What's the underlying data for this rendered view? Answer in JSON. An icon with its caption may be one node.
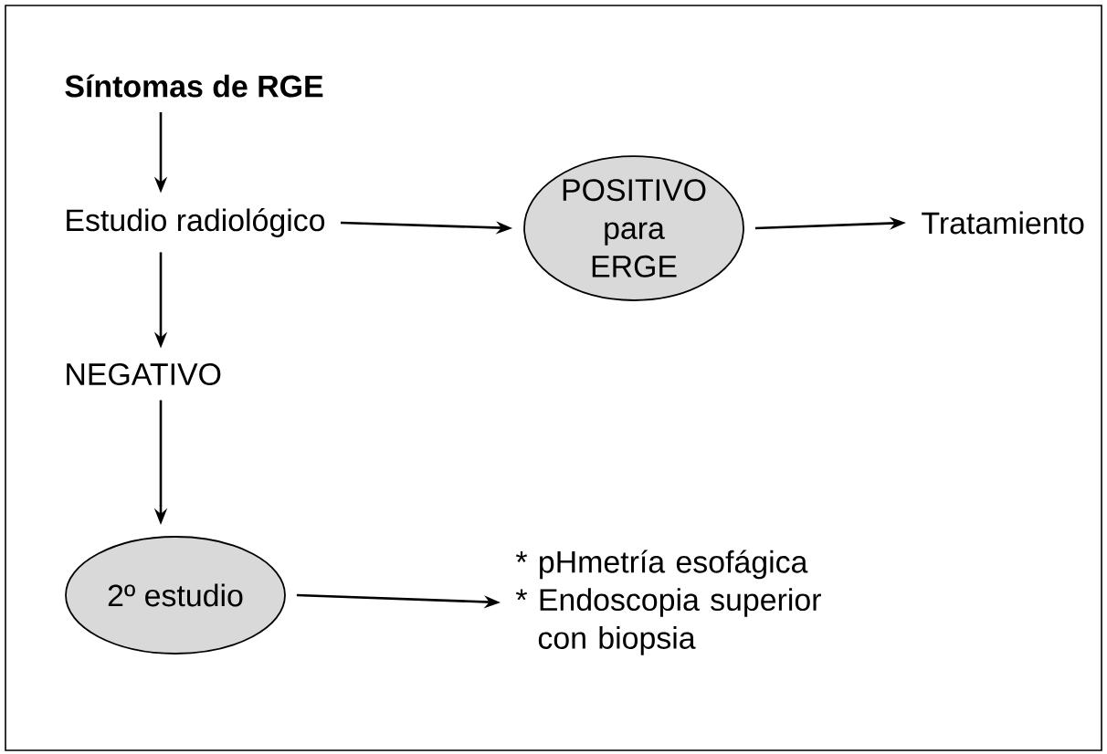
{
  "diagram": {
    "nodes": [
      {
        "text": [
          "**Síntomas de RGE**"
        ]
      },
      {
        "text": [
          "Estudio radiológico"
        ]
      },
      {
        "text": [
          "POSITIVO para ERGE"
        ]
      },
      {
        "text": [
          "Tratamiento"
        ]
      },
      {
        "text": [
          "NEGATIVO"
        ]
      },
      {
        "text": [
          "2º estudio"
        ]
      },
      {
        "text": [
          "* pHmetría esofágica",
          "* Endoscopia superior con biopsia"
        ]
      }
    ],
    "edges": [
      {
        "from": 0,
        "to": 1,
        "arrow": "to"
      },
      {
        "from": 1,
        "to": 2,
        "arrow": "to"
      },
      {
        "from": 2,
        "to": 3,
        "arrow": "to"
      },
      {
        "from": 1,
        "to": 4,
        "arrow": "to"
      },
      {
        "from": 4,
        "to": 5,
        "arrow": "to"
      },
      {
        "from": 5,
        "to": 6,
        "arrow": "to"
      }
    ]
  }
}
